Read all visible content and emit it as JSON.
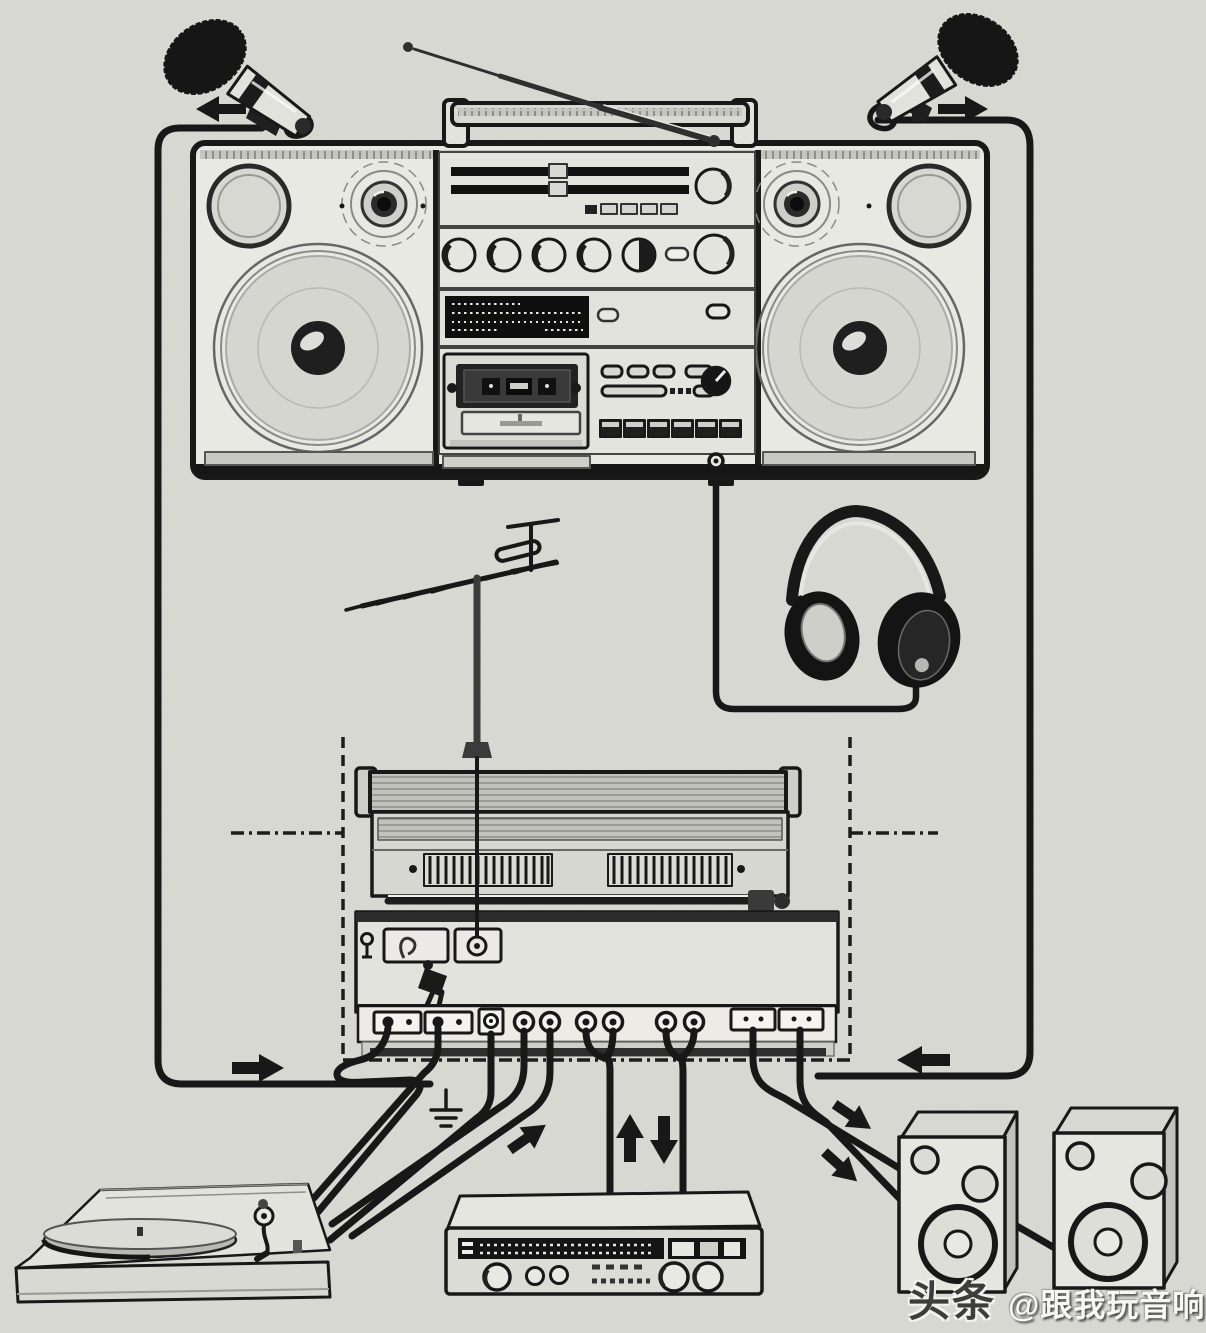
{
  "document": {
    "type": "scanned-manual-illustration",
    "title": "portable stereo radio-cassette system connection diagram",
    "language": "zh"
  },
  "colors": {
    "paper": "#d8d9d3",
    "ink": "#181818",
    "panel_light": "#e9e9e4",
    "panel_mid": "#cfcfca",
    "panel_dark": "#2a2a2a",
    "wm_brand": "#3d3d3d",
    "wm_handle": "#f7f7f3"
  },
  "watermark": {
    "brand": "头条",
    "handle": "@跟我玩音响"
  },
  "diagram": {
    "components": [
      {
        "id": "microphone-left",
        "kind": "dynamic-microphone",
        "position": "top-left"
      },
      {
        "id": "microphone-right",
        "kind": "dynamic-microphone",
        "position": "top-right"
      },
      {
        "id": "boombox-front",
        "kind": "stereo-radio-cassette-recorder",
        "position": "top-center"
      },
      {
        "id": "telescopic-antenna",
        "kind": "rod-antenna",
        "position": "boombox-top"
      },
      {
        "id": "headphones",
        "kind": "stereo-headphones",
        "position": "middle-right"
      },
      {
        "id": "fm-antenna",
        "kind": "yagi-antenna-with-mast",
        "position": "middle-left"
      },
      {
        "id": "boombox-rear-panel",
        "kind": "rear-connection-panel-in-dashed-outline",
        "position": "middle-center"
      },
      {
        "id": "turntable",
        "kind": "record-player",
        "position": "bottom-left"
      },
      {
        "id": "receiver-amplifier",
        "kind": "stereo-receiver",
        "position": "bottom-center"
      },
      {
        "id": "speaker-left",
        "kind": "bookshelf-loudspeaker",
        "position": "bottom-right"
      },
      {
        "id": "speaker-right",
        "kind": "bookshelf-loudspeaker",
        "position": "bottom-right"
      }
    ],
    "rear_panel_jacks": [
      {
        "id": "screw-terminal-1",
        "shape": "rectangular",
        "cable_to": "turntable"
      },
      {
        "id": "screw-terminal-2",
        "shape": "rectangular",
        "cable_to": "turntable"
      },
      {
        "id": "ground-terminal",
        "shape": "square",
        "cable_to": "ground-symbol"
      },
      {
        "id": "rca-pair-1",
        "shape": "round-pair",
        "cable_to": "turntable"
      },
      {
        "id": "rca-pair-2",
        "shape": "round-pair",
        "cable_to": "receiver-amplifier"
      },
      {
        "id": "rca-pair-3",
        "shape": "round-pair",
        "cable_to": "receiver-amplifier"
      },
      {
        "id": "din-socket-1",
        "shape": "rectangular",
        "cable_to": "speaker-left"
      },
      {
        "id": "din-socket-2",
        "shape": "rectangular",
        "cable_to": "speaker-left"
      }
    ],
    "symbols": [
      {
        "id": "earth-ground-symbol",
        "meaning": "ground connection"
      },
      {
        "id": "arrow-top-left",
        "direction": "left"
      },
      {
        "id": "arrow-top-right",
        "direction": "right"
      },
      {
        "id": "arrow-bottom-left",
        "direction": "right"
      },
      {
        "id": "arrow-bottom-right",
        "direction": "left"
      },
      {
        "id": "arrow-turntable",
        "direction": "up-right"
      },
      {
        "id": "arrow-amp-up",
        "direction": "up"
      },
      {
        "id": "arrow-amp-down",
        "direction": "down"
      },
      {
        "id": "arrow-speaker-1",
        "direction": "down-right"
      },
      {
        "id": "arrow-speaker-2",
        "direction": "down-right"
      }
    ]
  }
}
